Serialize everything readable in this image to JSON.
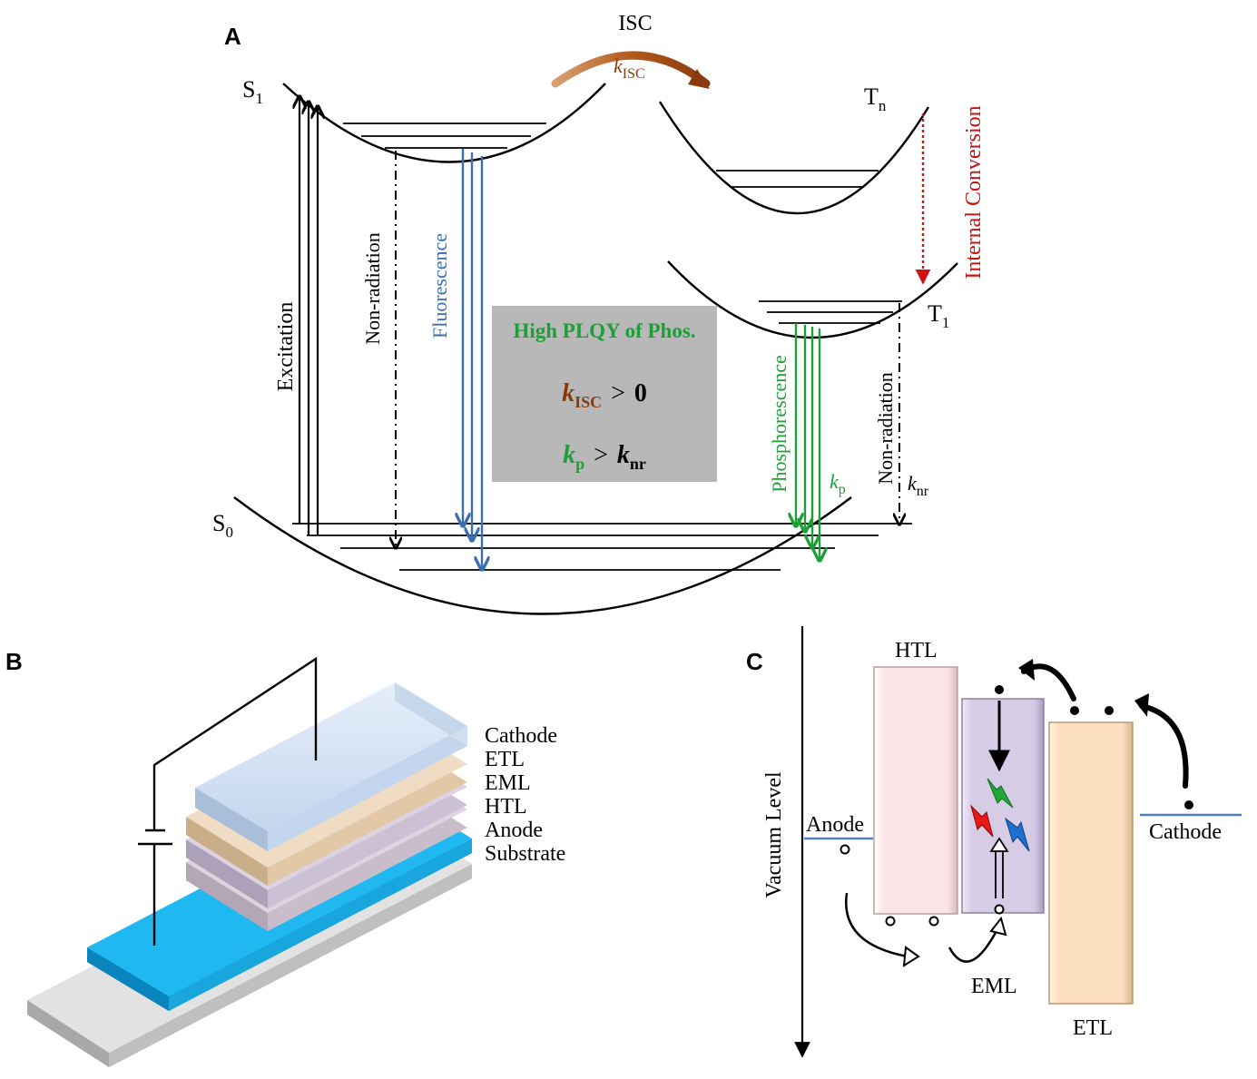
{
  "panels": {
    "a": {
      "letter": "A",
      "states": {
        "s1": {
          "base": "S",
          "sub": "1"
        },
        "s0": {
          "base": "S",
          "sub": "0"
        },
        "tn": {
          "base": "T",
          "sub": "n"
        },
        "t1": {
          "base": "T",
          "sub": "1"
        }
      },
      "isc": {
        "label": "ISC",
        "rate_base": "k",
        "rate_sub": "ISC"
      },
      "labels": {
        "excitation": "Excitation",
        "non_radiation": "Non-radiation",
        "fluorescence": "Fluorescence",
        "phosphorescence": "Phosphorescence",
        "internal_conversion": "Internal Conversion",
        "kp_base": "k",
        "kp_sub": "p",
        "knr_base": "k",
        "knr_sub": "nr"
      },
      "box": {
        "title": "High PLQY of Phos.",
        "line1": {
          "base": "k",
          "sub": "ISC",
          "rel": ">",
          "rhs": "0"
        },
        "line2": {
          "lhs_base": "k",
          "lhs_sub": "p",
          "rel": ">",
          "rhs_base": "k",
          "rhs_sub": "nr"
        }
      }
    },
    "b": {
      "letter": "B",
      "layers": [
        "Cathode",
        "ETL",
        "EML",
        "HTL",
        "Anode",
        "Substrate"
      ]
    },
    "c": {
      "letter": "C",
      "labels": {
        "vacuum_level": "Vacuum Level",
        "anode": "Anode",
        "cathode": "Cathode",
        "htl": "HTL",
        "eml": "EML",
        "etl": "ETL"
      }
    }
  },
  "colors": {
    "fluorescence": "#3b6eb0",
    "phosphorescence": "#1e9e36",
    "internal_conversion": "#cc1111",
    "isc": "#8b3a0e",
    "box_bg": "#b8b8b8",
    "cathode_layer": "#cfe0f2",
    "etl_layer": "#e8cfae",
    "eml_layer": "#d4c8dc",
    "htl_layer": "#cfc3cf",
    "anode_layer": "#1ab0e8",
    "substrate_layer": "#bfbfbf",
    "htl_band": "#fbe4e6",
    "eml_band": "#d6cce6",
    "etl_band": "#fbdfc0"
  }
}
